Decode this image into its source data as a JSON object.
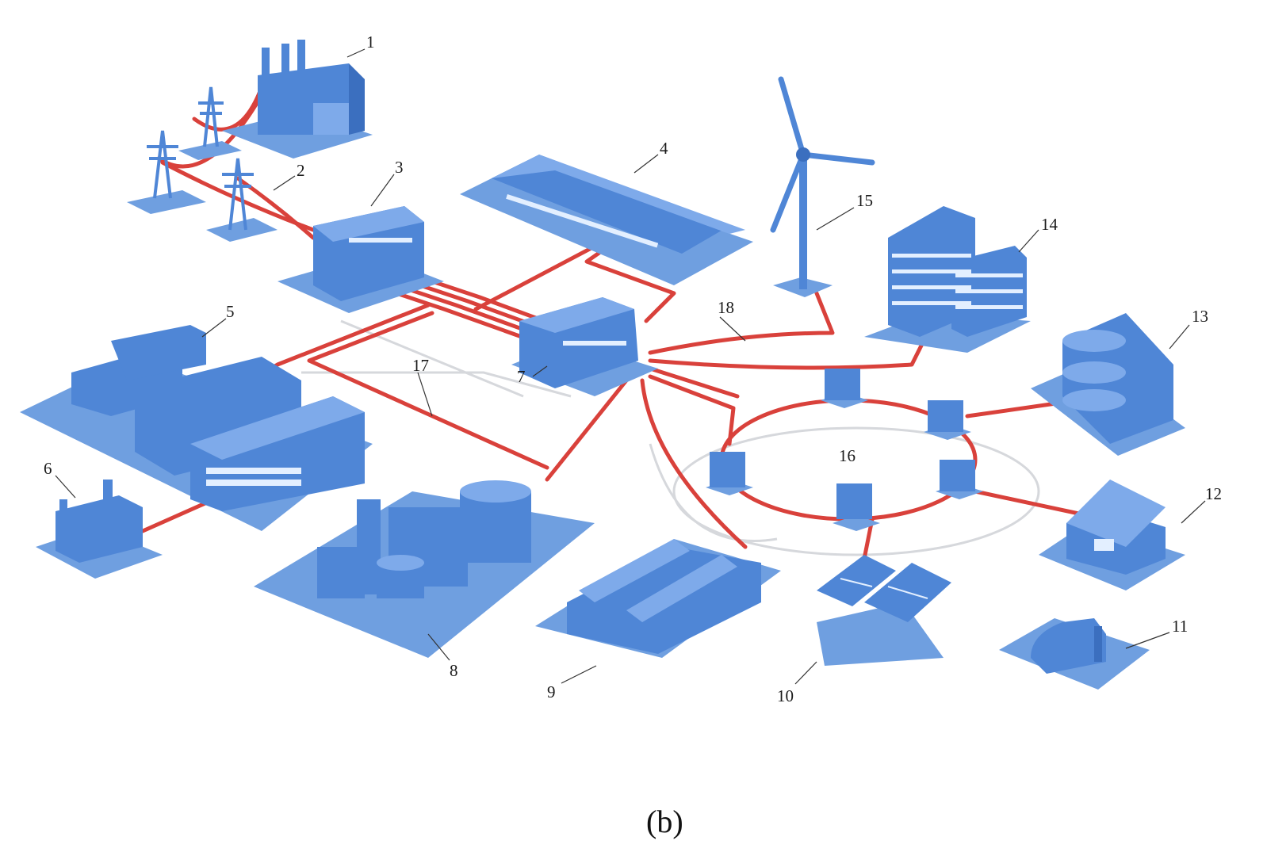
{
  "diagram": {
    "caption": "(b)",
    "labels": [
      {
        "id": "1",
        "text": "1"
      },
      {
        "id": "2",
        "text": "2"
      },
      {
        "id": "3",
        "text": "3"
      },
      {
        "id": "4",
        "text": "4"
      },
      {
        "id": "5",
        "text": "5"
      },
      {
        "id": "6",
        "text": "6"
      },
      {
        "id": "7",
        "text": "7"
      },
      {
        "id": "8",
        "text": "8"
      },
      {
        "id": "9",
        "text": "9"
      },
      {
        "id": "10",
        "text": "10"
      },
      {
        "id": "11",
        "text": "11"
      },
      {
        "id": "12",
        "text": "12"
      },
      {
        "id": "13",
        "text": "13"
      },
      {
        "id": "14",
        "text": "14"
      },
      {
        "id": "15",
        "text": "15"
      },
      {
        "id": "16",
        "text": "16"
      },
      {
        "id": "17",
        "text": "17"
      },
      {
        "id": "18",
        "text": "18"
      }
    ],
    "colors": {
      "building": "#4f86d6",
      "platform": "#6f9fe0",
      "cable": "#d9413b",
      "background": "#ffffff"
    }
  }
}
